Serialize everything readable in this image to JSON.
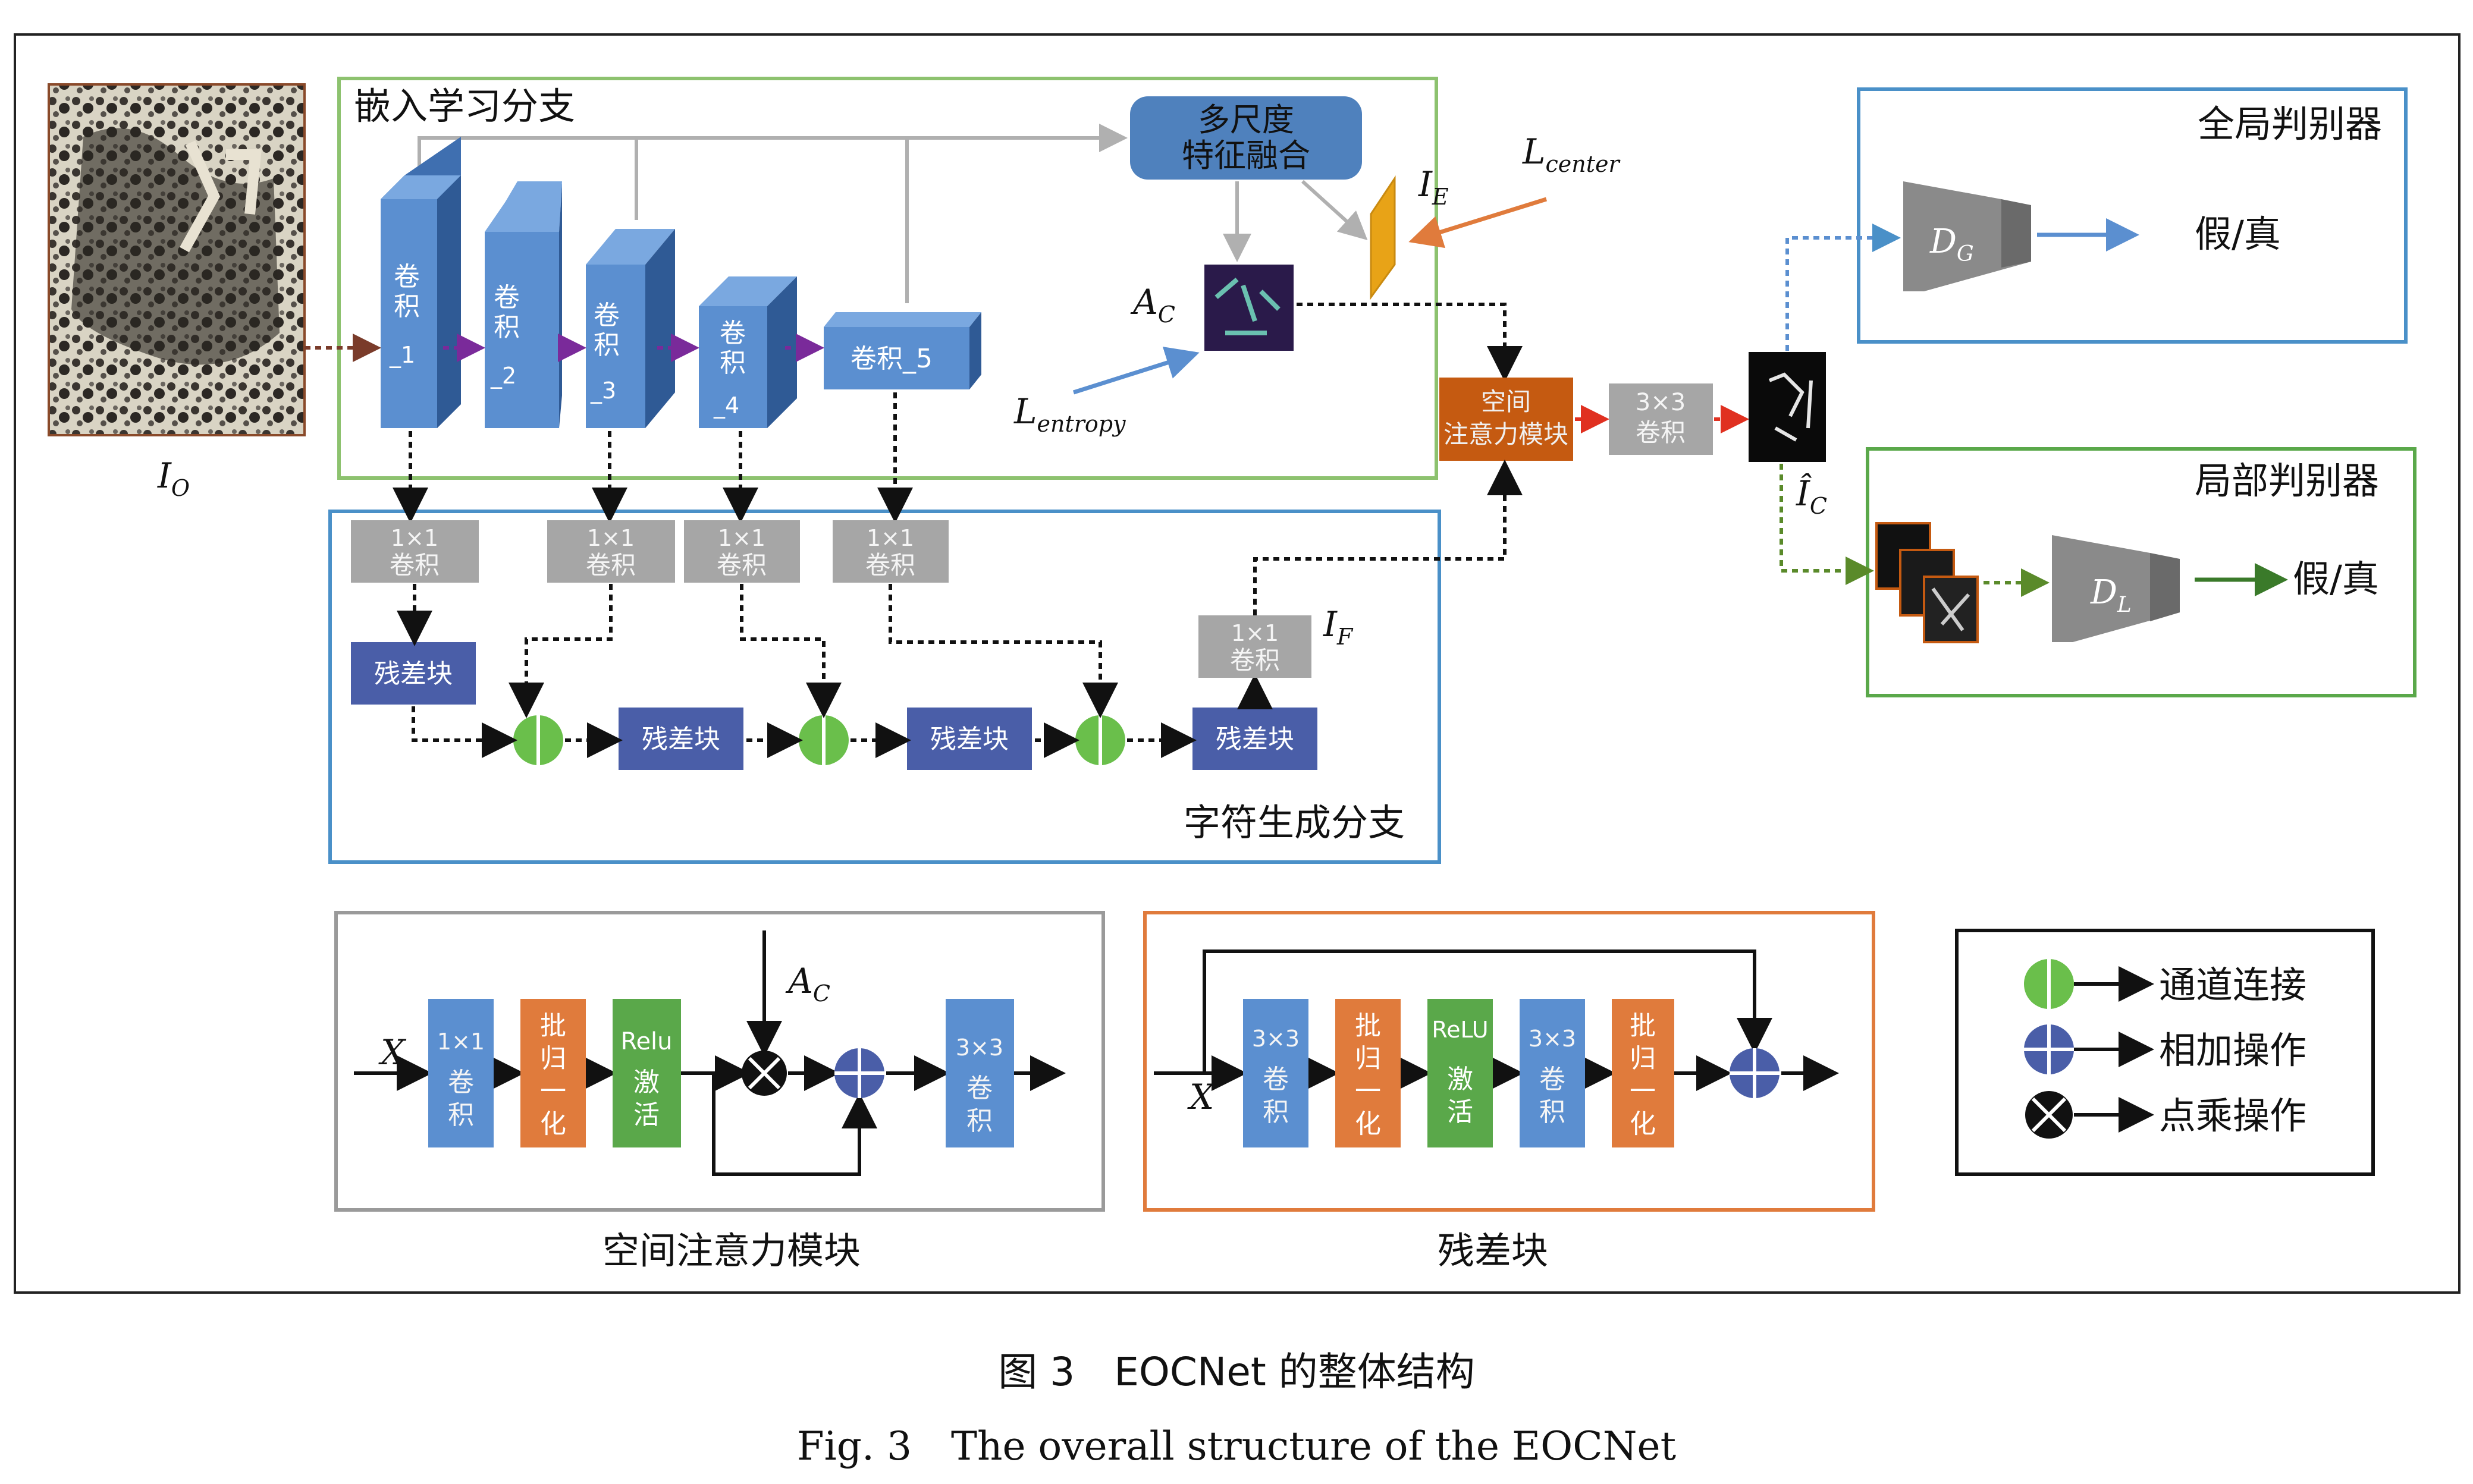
{
  "labels": {
    "embed_branch": "嵌入学习分支",
    "char_branch": "字符生成分支",
    "global_disc": "全局判别器",
    "local_disc": "局部判别器",
    "msff": [
      "多尺度",
      "特征融合"
    ],
    "conv1": [
      "卷",
      "积",
      "_1"
    ],
    "conv2": [
      "卷",
      "积",
      "_2"
    ],
    "conv3": [
      "卷",
      "积",
      "_3"
    ],
    "conv4": [
      "卷",
      "积",
      "_4"
    ],
    "conv5": "卷积_5",
    "conv1x1_title": "1×1",
    "conv1x1_text": "卷积",
    "resblock": "残差块",
    "spatial_att": [
      "空间",
      "注意力模块"
    ],
    "conv3x3": [
      "3×3",
      "卷积"
    ],
    "fake_real": "假/真",
    "I_O": "I",
    "I_O_sub": "O",
    "I_E": "I",
    "I_E_sub": "E",
    "I_F": "I",
    "I_F_sub": "F",
    "I_C_hat": "Î",
    "I_C_sub": "C",
    "A_C": "A",
    "A_C_sub": "C",
    "L_center": "L",
    "L_center_sub": "center",
    "L_entropy": "L",
    "L_entropy_sub": "entropy",
    "D_G": "D",
    "D_G_sub": "G",
    "D_L": "D",
    "D_L_sub": "L"
  },
  "detail_sam": {
    "title": "空间注意力模块",
    "input": "X",
    "conv1x1": [
      "1×1",
      "卷",
      "积"
    ],
    "bn": [
      "批",
      "归",
      "一",
      "化"
    ],
    "relu": [
      "Relu",
      "激",
      "活"
    ],
    "ac": "A",
    "ac_sub": "C",
    "conv3x3": [
      "3×3",
      "卷",
      "积"
    ]
  },
  "detail_res": {
    "title": "残差块",
    "input": "X",
    "conv3x3": [
      "3×3",
      "卷",
      "积"
    ],
    "bn": [
      "批",
      "归",
      "一",
      "化"
    ],
    "relu": [
      "ReLU",
      "激",
      "活"
    ]
  },
  "legend": [
    {
      "label": "通道连接",
      "symbol": "concat"
    },
    {
      "label": "相加操作",
      "symbol": "add"
    },
    {
      "label": "点乘操作",
      "symbol": "multiply"
    }
  ],
  "caption": {
    "cn": "图 3　EOCNet 的整体结构",
    "en": "Fig. 3　The overall structure of the EOCNet"
  },
  "colors": {
    "green_border": "#8dc26f",
    "blue_border": "#4a90c8",
    "gray_border": "#9a9a9a",
    "orange_border": "#e07b3c",
    "conv_blue": "#4f81bd",
    "gray_box": "#a6a6a6",
    "res_blue": "#4a5ea8",
    "sam_orange": "#c55a11",
    "concat_green": "#6abf4b",
    "add_blue": "#4a5ea8",
    "relu_green": "#5aa84a",
    "bn_orange": "#e07b3c",
    "feature_gold": "#e8a317"
  }
}
